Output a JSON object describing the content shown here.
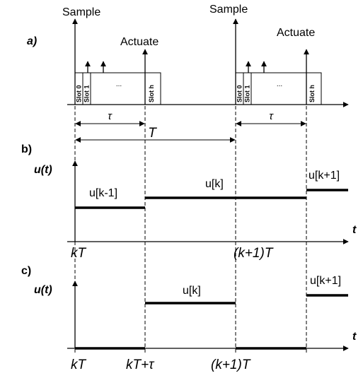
{
  "panels": {
    "a": "a)",
    "b": "b)",
    "c": "c)"
  },
  "timeline": {
    "sample_label": "Sample",
    "actuate_label": "Actuate",
    "slot_labels": [
      "Slot 0",
      "Slot 1",
      "Slot h"
    ],
    "ellipsis": "...",
    "tau": "τ",
    "period": "T"
  },
  "signal": {
    "axis_label": "u(t)",
    "time_label": "t"
  },
  "panel_b": {
    "segments": [
      "u[k-1]",
      "u[k]",
      "u[k+1]"
    ]
  },
  "panel_c": {
    "segments": [
      "u[k]",
      "u[k+1]"
    ]
  },
  "time_ticks": {
    "kT": "kT",
    "kT_tau": "kT+τ",
    "k1T": "(k+1)T"
  }
}
